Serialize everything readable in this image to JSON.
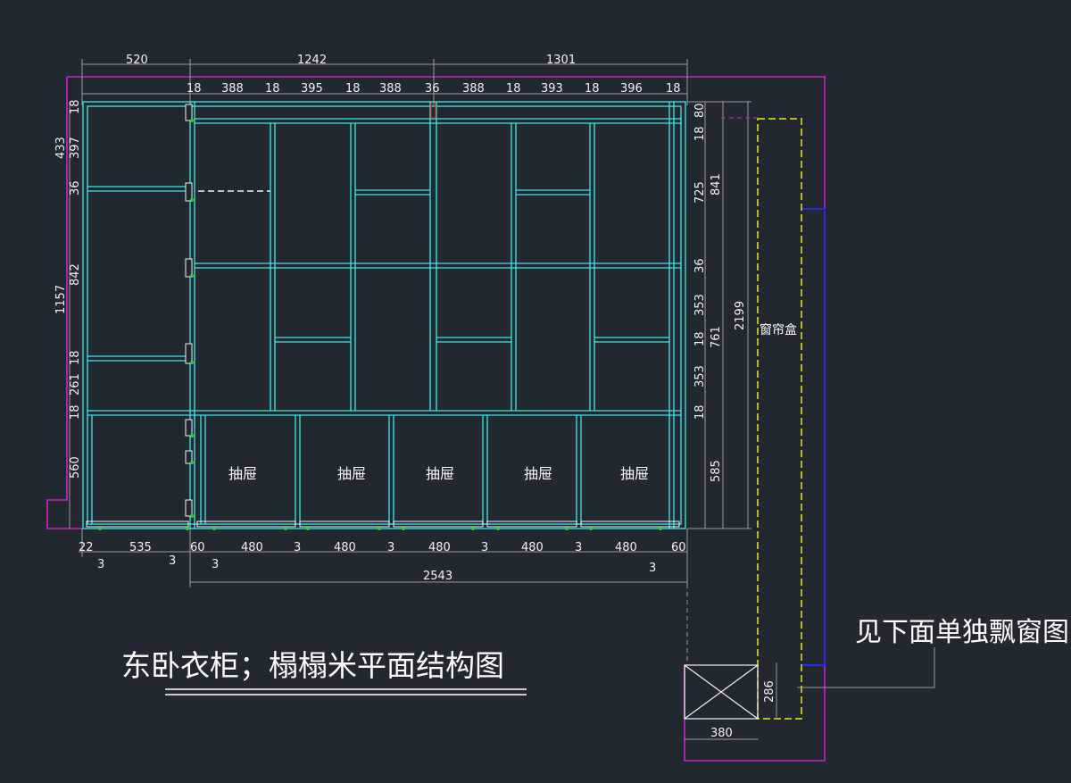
{
  "title": "东卧衣柜；榻榻米平面结构图",
  "note": "见下面单独飘窗图",
  "curtain_box_label": "窗帘盒",
  "drawer_label": "抽屉",
  "colors": {
    "background": "#212830",
    "cabinet": "#3fe6e6",
    "outline": "#d21fd2",
    "curtain": "#e8e81e",
    "window": "#2a2ad8",
    "dimension": "#9a9a9a",
    "text": "#ffffff",
    "hinge": "#2ed12e",
    "marker": "#d42020"
  },
  "dims": {
    "top_overall": [
      "520",
      "1242",
      "1301"
    ],
    "top_detail": [
      "18",
      "388",
      "18",
      "395",
      "18",
      "388",
      "36",
      "388",
      "18",
      "393",
      "18",
      "396",
      "18"
    ],
    "left_outer": [
      "433",
      "1157"
    ],
    "left_inner": [
      "18",
      "397",
      "36",
      "842",
      "18",
      "261",
      "18",
      "560"
    ],
    "right_inner": [
      "80",
      "18",
      "725",
      "36",
      "353",
      "18",
      "353",
      "18",
      "585"
    ],
    "right_mid": [
      "841",
      "761"
    ],
    "right_outer": [
      "2199"
    ],
    "bottom_detail": [
      "22",
      "535",
      "60",
      "480",
      "3",
      "480",
      "3",
      "480",
      "3",
      "480",
      "3",
      "480",
      "60"
    ],
    "bottom_gaps": [
      "3",
      "3",
      "3",
      "3"
    ],
    "bottom_overall": [
      "2543"
    ],
    "bay_width": [
      "380"
    ],
    "bay_height": [
      "286"
    ]
  }
}
